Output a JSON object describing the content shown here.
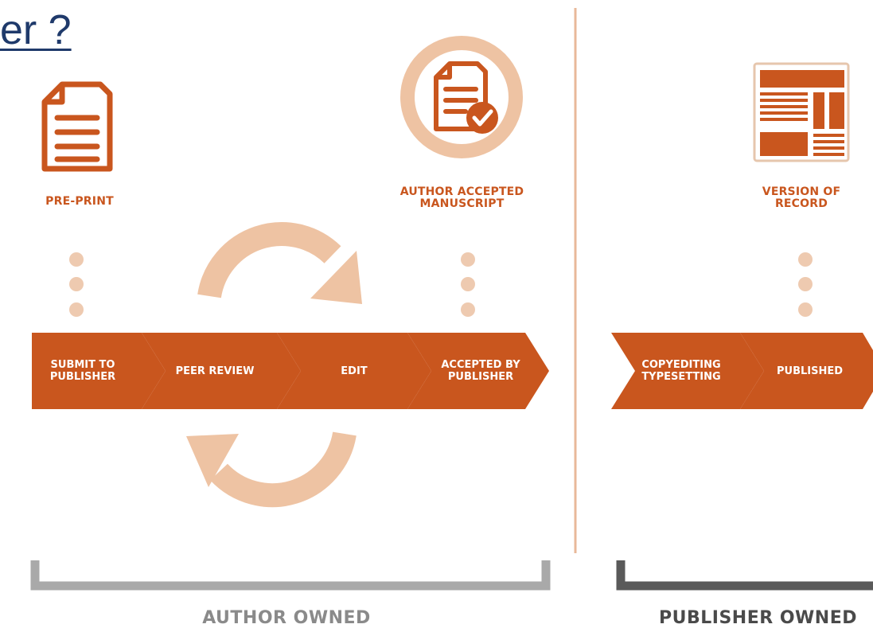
{
  "title": "er ?",
  "stages": {
    "preprint": "PRE-PRINT",
    "aam": "AUTHOR ACCEPTED MANUSCRIPT",
    "vor": "VERSION OF RECORD"
  },
  "steps": [
    "SUBMIT TO PUBLISHER",
    "PEER REVIEW",
    "EDIT",
    "ACCEPTED BY PUBLISHER",
    "COPYEDITING TYPESETTING",
    "PUBLISHED"
  ],
  "owners": {
    "author": "AUTHOR OWNED",
    "publisher": "PUBLISHER OWNED"
  },
  "colors": {
    "accent": "#c9561e",
    "light": "#eec3a3",
    "title": "#1f3a6b",
    "bracket_author": "#a9a9a9",
    "bracket_publisher": "#5a5a5a"
  }
}
